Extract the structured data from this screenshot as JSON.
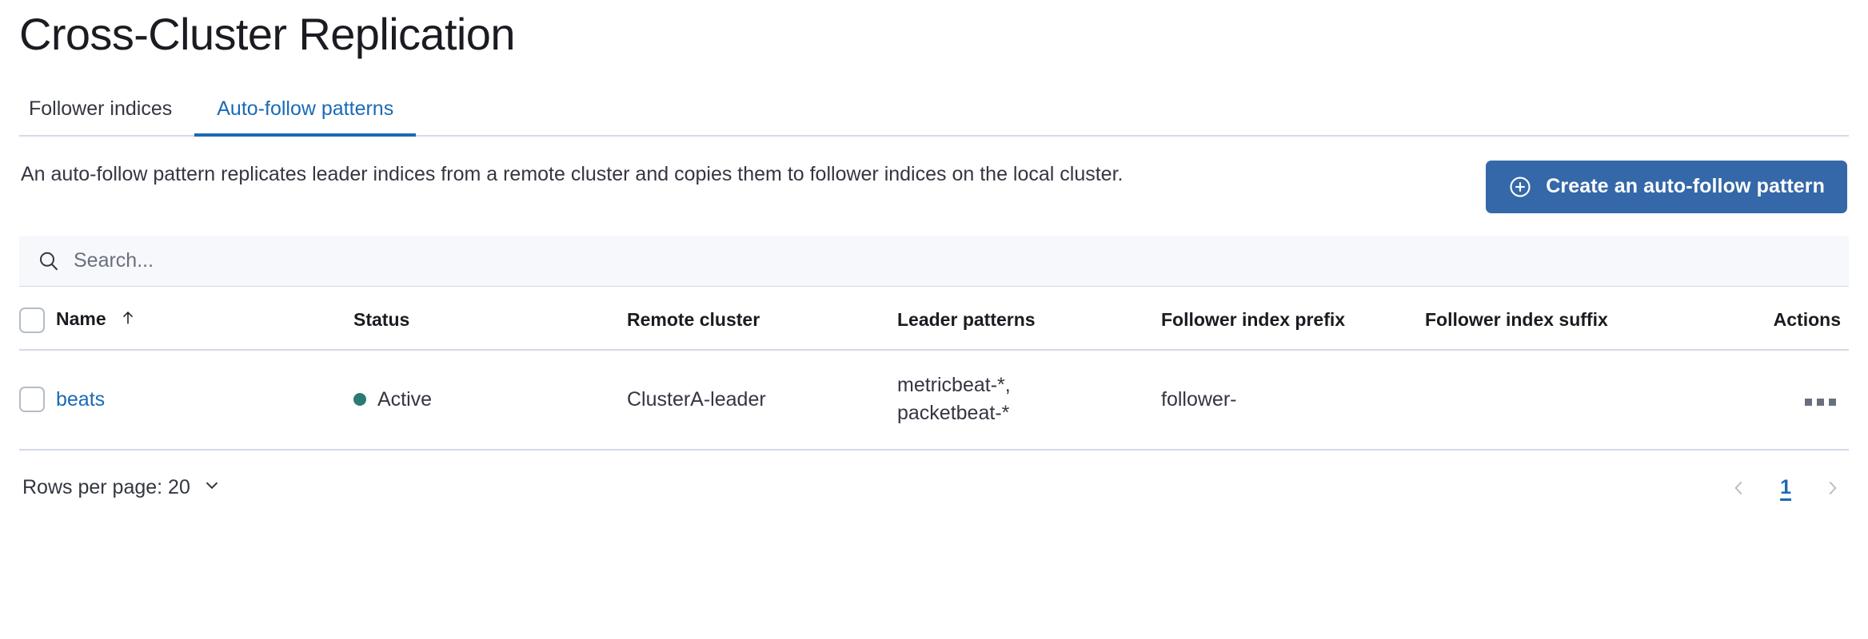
{
  "header": {
    "title": "Cross-Cluster Replication"
  },
  "tabs": [
    {
      "label": "Follower indices",
      "active": false
    },
    {
      "label": "Auto-follow patterns",
      "active": true
    }
  ],
  "intro": {
    "description": "An auto-follow pattern replicates leader indices from a remote cluster and copies them to follower indices on the local cluster.",
    "create_button_label": "Create an auto-follow pattern"
  },
  "search": {
    "value": "",
    "placeholder": "Search..."
  },
  "table": {
    "columns": [
      "Name",
      "Status",
      "Remote cluster",
      "Leader patterns",
      "Follower index prefix",
      "Follower index suffix",
      "Actions"
    ],
    "sort": {
      "column": "Name",
      "direction": "asc",
      "glyph": "↑"
    },
    "rows": [
      {
        "selected": false,
        "name": "beats",
        "status": "Active",
        "remote_cluster": "ClusterA-leader",
        "leader_patterns": "metricbeat-*,\npacketbeat-*",
        "follower_index_prefix": "follower-",
        "follower_index_suffix": ""
      }
    ]
  },
  "footer": {
    "rows_per_page_label": "Rows per page: 20",
    "current_page": "1"
  },
  "colors": {
    "accent": "#1a6ab6",
    "button": "#3568a8",
    "status_active": "#2c7b73",
    "border": "#d3dae6",
    "text": "#343741"
  }
}
